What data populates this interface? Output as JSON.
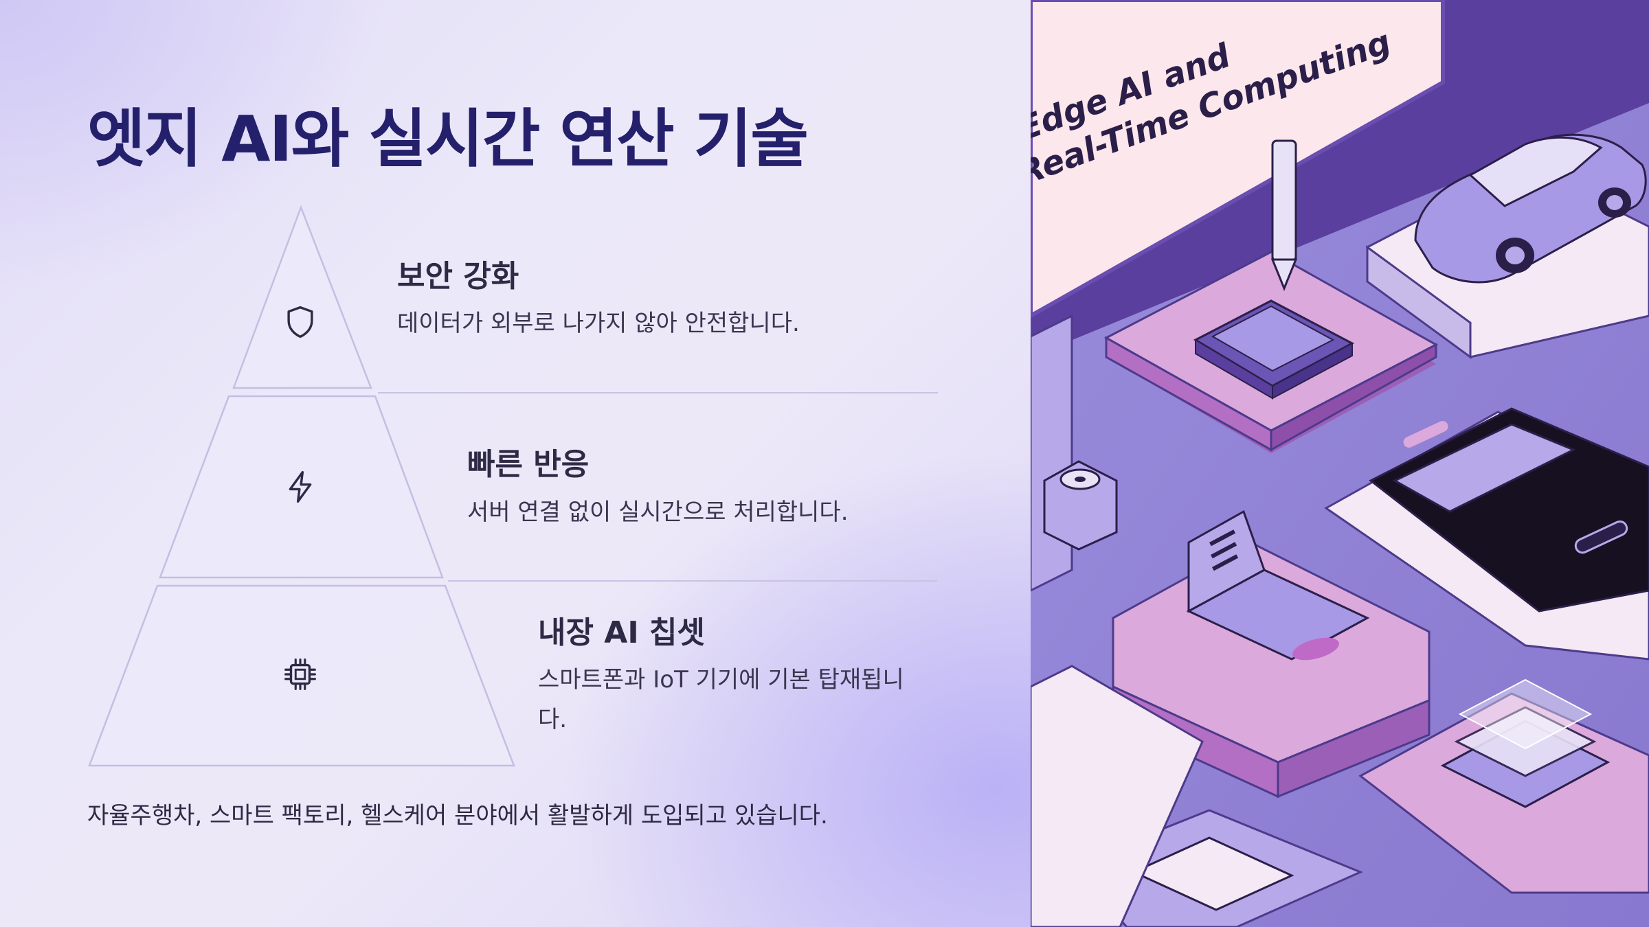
{
  "slide": {
    "title": "엣지 AI와 실시간 연산 기술",
    "tiers": [
      {
        "title": "보안 강화",
        "description": "데이터가 외부로 나가지 않아 안전합니다.",
        "icon": "shield-icon"
      },
      {
        "title": "빠른 반응",
        "description": "서버 연결 없이 실시간으로 처리합니다.",
        "icon": "lightning-icon"
      },
      {
        "title": "내장 AI 칩셋",
        "description": "스마트폰과 IoT 기기에 기본 탑재됩니다.",
        "icon": "chip-icon"
      }
    ],
    "footnote": "자율주행차, 스마트 팩토리, 헬스케어 분야에서 활발하게 도입되고 있습니다."
  },
  "illustration": {
    "caption_line1": "Edge AI and",
    "caption_line2": "Real-Time Computing",
    "colors": {
      "accent": "#24206b",
      "purple_base": "#8f80d6",
      "lavender": "#b7a8ea",
      "pink": "#dba9dc",
      "dark_purple": "#5a3f9e"
    }
  }
}
